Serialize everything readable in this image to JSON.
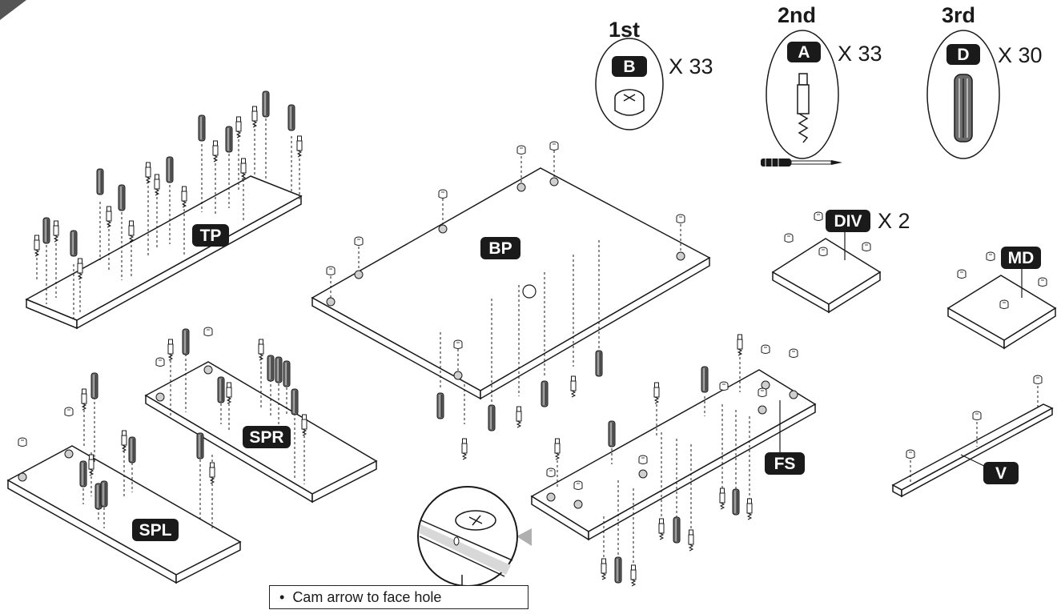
{
  "steps": [
    {
      "order": "1st",
      "part": "B",
      "qty": "X 33"
    },
    {
      "order": "2nd",
      "part": "A",
      "qty": "X 33"
    },
    {
      "order": "3rd",
      "part": "D",
      "qty": "X 30"
    }
  ],
  "panels": {
    "tp": "TP",
    "bp": "BP",
    "div": "DIV",
    "div_qty": "X 2",
    "md": "MD",
    "spr": "SPR",
    "spl": "SPL",
    "fs": "FS",
    "v": "V"
  },
  "note": {
    "bullet": "•",
    "text": "Cam arrow to face hole"
  },
  "colors": {
    "ink": "#1a1a1a",
    "tag_bg": "#1a1a1a",
    "tag_text": "#ffffff",
    "hole": "#cfcfcf"
  },
  "icons": [
    "cam-lock-icon",
    "cam-bolt-icon",
    "wood-dowel-icon",
    "screwdriver-icon",
    "corner-fold-icon"
  ]
}
